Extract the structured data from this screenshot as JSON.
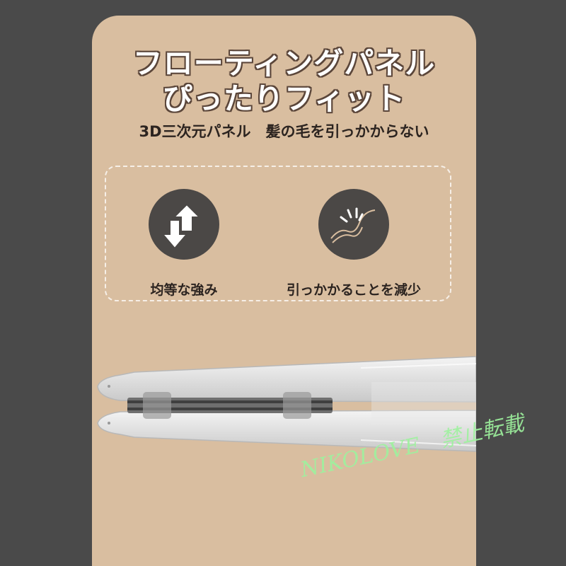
{
  "title": {
    "line1": "フローティングパネル",
    "line2": "ぴったりフィット"
  },
  "subtitle": "3D三次元パネル　髪の毛を引っかからない",
  "features": [
    {
      "icon": "up-down-arrows-icon",
      "label": "均等な強み"
    },
    {
      "icon": "hair-snag-icon",
      "label": "引っかかることを減少"
    }
  ],
  "watermark": "NIKOLOVE　禁止転載",
  "colors": {
    "background": "#4a4a4a",
    "card": "#d9bea0",
    "icon_circle": "#4b4846",
    "title_outline": "#5b463a",
    "watermark": "#9ef29e"
  }
}
